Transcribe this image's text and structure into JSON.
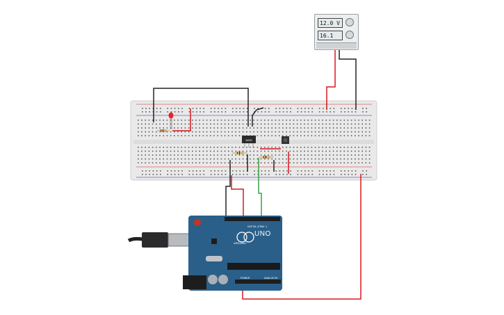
{
  "power_supply": {
    "voltage": "12.0 V",
    "current": "16.1 mA"
  },
  "arduino": {
    "model": "UNO",
    "brand": "ARDUINO",
    "digital_label": "DIGITAL (PWM ~)",
    "power_label": "POWER",
    "analog_label": "ANALOG IN"
  },
  "chip": {
    "label": "MOS"
  },
  "colors": {
    "board_blue": "#2a5f8a",
    "breadboard": "#e8e8e8",
    "wire_red": "#d6181e",
    "wire_black": "#222222",
    "wire_green": "#3aa04a",
    "led_red": "#e8262a"
  }
}
